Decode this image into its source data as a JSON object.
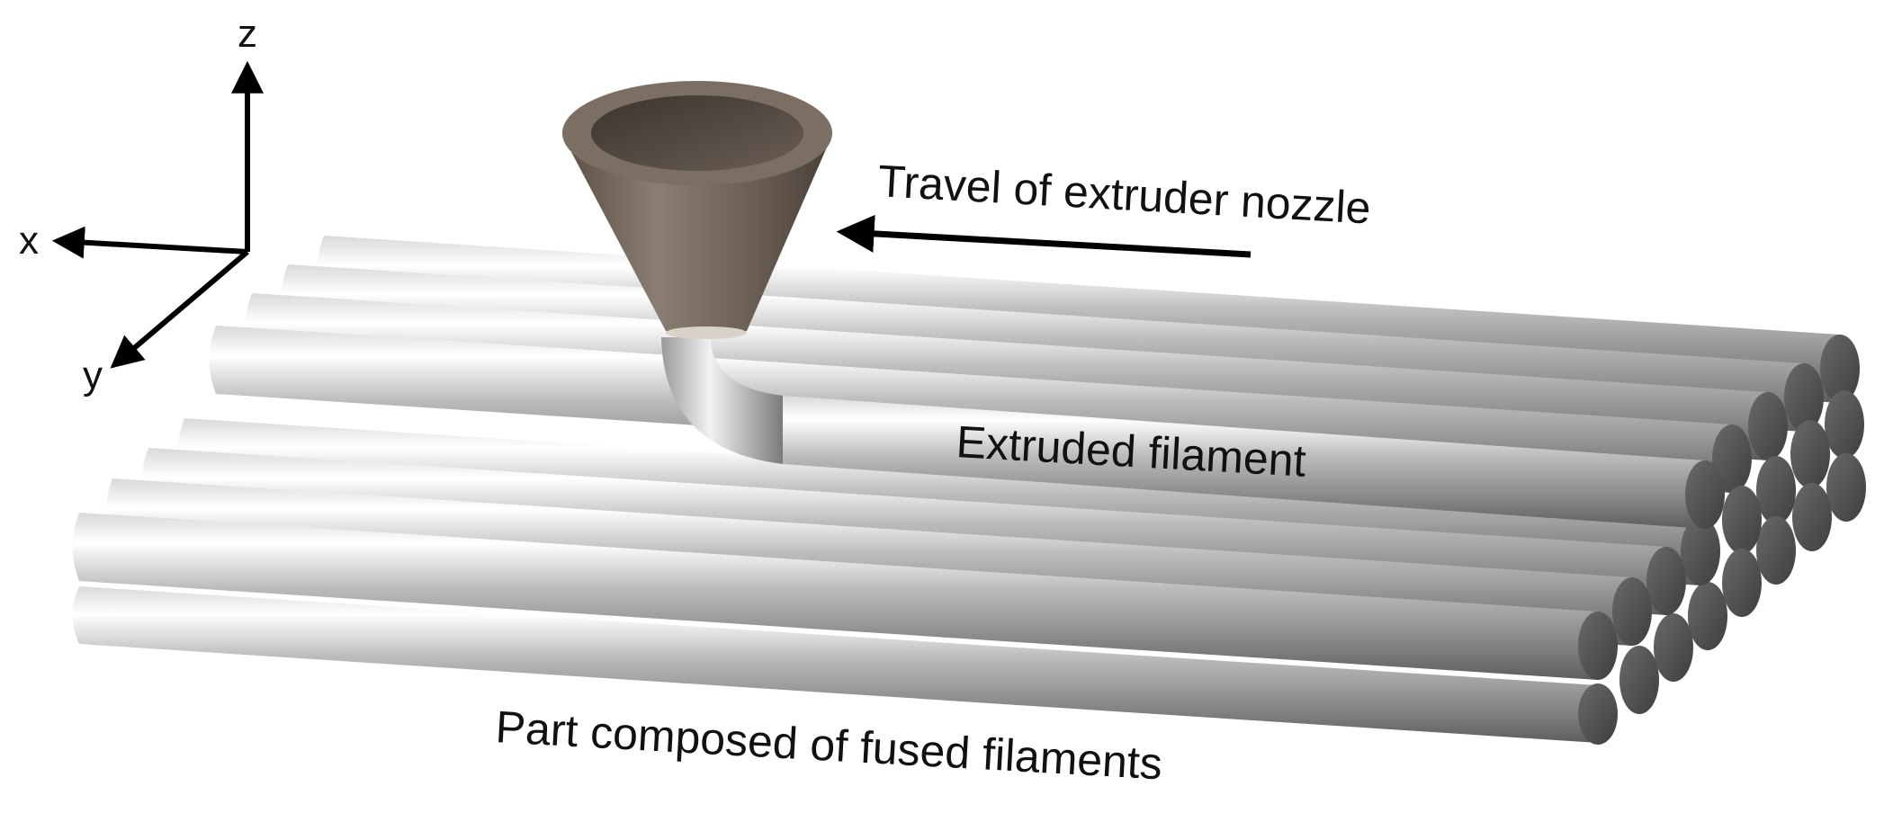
{
  "axes": {
    "x": "x",
    "y": "y",
    "z": "z"
  },
  "labels": {
    "travel": "Travel of extruder nozzle",
    "extruded": "Extruded filament",
    "part": "Part composed of fused filaments"
  },
  "colors": {
    "background": "#ffffff",
    "filament_end": "#5a5a5a",
    "nozzle": "#6b5f55",
    "arrow": "#000000"
  }
}
